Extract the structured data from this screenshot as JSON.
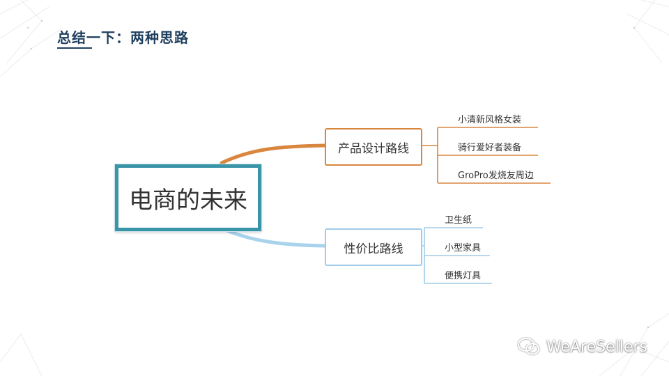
{
  "slide": {
    "title": "总结一下：两种思路"
  },
  "mindmap": {
    "central": "电商的未来",
    "branches": [
      {
        "label": "产品设计路线",
        "color": "#d9863f",
        "items": [
          "小清新风格女装",
          "骑行爱好者装备",
          "GroPro发烧友周边"
        ]
      },
      {
        "label": "性价比路线",
        "color": "#9fcbe8",
        "items": [
          "卫生纸",
          "小型家具",
          "便携灯具"
        ]
      }
    ]
  },
  "watermark": {
    "text": "WeAreSellers",
    "icon": "wechat-icon"
  }
}
